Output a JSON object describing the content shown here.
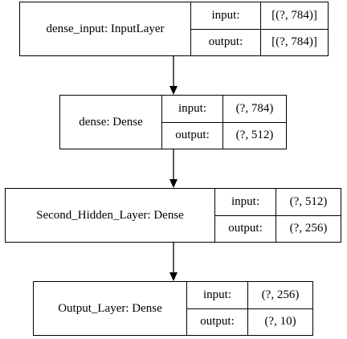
{
  "diagram": {
    "layers": [
      {
        "name": "dense_input: InputLayer",
        "input_label": "input:",
        "input_value": "[(?, 784)]",
        "output_label": "output:",
        "output_value": "[(?, 784)]"
      },
      {
        "name": "dense: Dense",
        "input_label": "input:",
        "input_value": "(?, 784)",
        "output_label": "output:",
        "output_value": "(?, 512)"
      },
      {
        "name": "Second_Hidden_Layer: Dense",
        "input_label": "input:",
        "input_value": "(?, 512)",
        "output_label": "output:",
        "output_value": "(?, 256)"
      },
      {
        "name": "Output_Layer: Dense",
        "input_label": "input:",
        "input_value": "(?, 256)",
        "output_label": "output:",
        "output_value": "(?, 10)"
      }
    ],
    "edge_color": "#000000",
    "box_border_color": "#000000"
  }
}
